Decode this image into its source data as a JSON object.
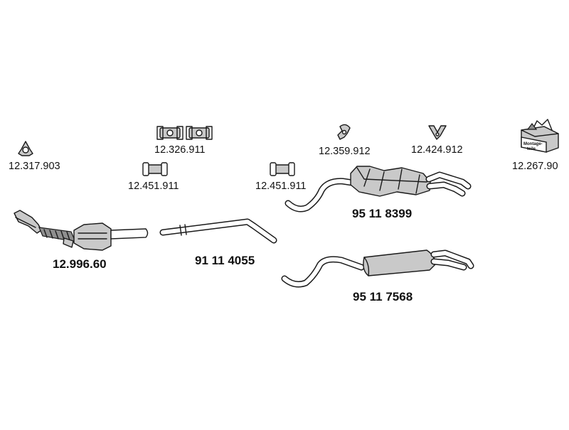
{
  "parts": {
    "gasket": {
      "number": "12.317.903",
      "icon": "gasket-icon"
    },
    "hangers": {
      "number": "12.326.911",
      "icon": "rubber-hanger-icon"
    },
    "clamp_left": {
      "number": "12.451.911",
      "icon": "pipe-clamp-icon"
    },
    "clamp_right": {
      "number": "12.451.911",
      "icon": "pipe-clamp-icon"
    },
    "holder": {
      "number": "12.359.912",
      "icon": "holder-icon"
    },
    "bracket": {
      "number": "12.424.912",
      "icon": "bracket-icon"
    },
    "mounting_kit": {
      "number": "12.267.90",
      "box_text": "Montage-\nteile",
      "icon": "mounting-kit-box-icon"
    },
    "catalytic_converter": {
      "number": "12.996.60",
      "icon": "catalytic-converter-icon"
    },
    "middle_pipe": {
      "number": "91 11 4055",
      "icon": "middle-pipe-icon"
    },
    "rear_silencer_large": {
      "number": "95 11 8399",
      "icon": "rear-silencer-icon"
    },
    "rear_silencer_small": {
      "number": "95 11 7568",
      "icon": "rear-silencer-icon"
    }
  }
}
